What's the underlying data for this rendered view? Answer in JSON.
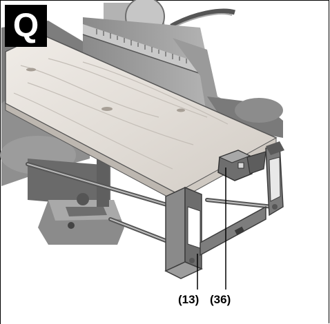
{
  "figure": {
    "letter": "Q",
    "callouts": [
      "(13)",
      "(36)"
    ]
  },
  "colors": {
    "board_light": "#e8e4df",
    "board_dark": "#b9b4ae",
    "metal": "#6d6d6d",
    "metal_light": "#a7a7a7",
    "metal_dark": "#3f3f3f"
  }
}
